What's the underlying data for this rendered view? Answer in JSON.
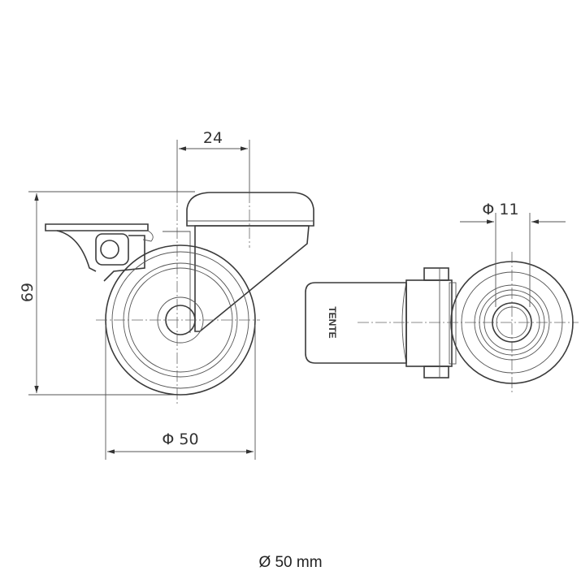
{
  "drawing": {
    "dim_offset": "24",
    "dim_height": "69",
    "dim_wheel_diameter": "Φ 50",
    "dim_bolt_hole": "Φ 11",
    "brand_on_housing": "TENTE"
  },
  "caption": "Ø 50 mm"
}
